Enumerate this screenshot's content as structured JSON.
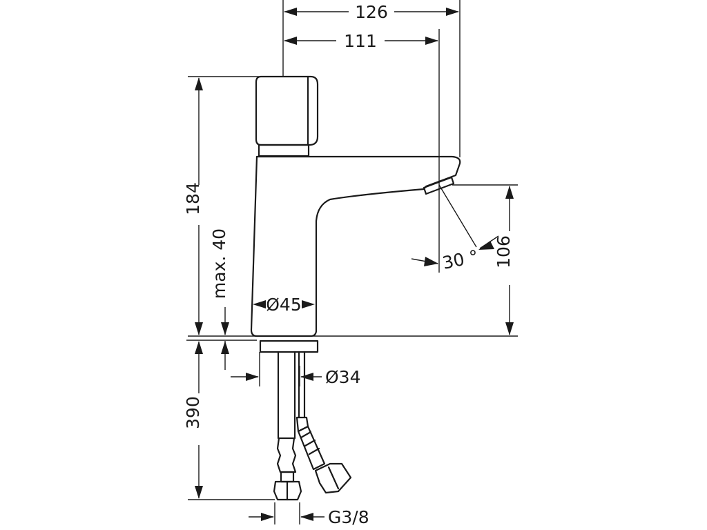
{
  "dimensions": {
    "overall_depth": "126",
    "spout_reach": "111",
    "total_height": "184",
    "spout_height": "106",
    "deck_thickness": "max. 40",
    "body_diameter": "Ø45",
    "hole_diameter": "Ø34",
    "hose_length": "390",
    "connection_thread": "G3/8",
    "spray_angle": "30 °"
  }
}
